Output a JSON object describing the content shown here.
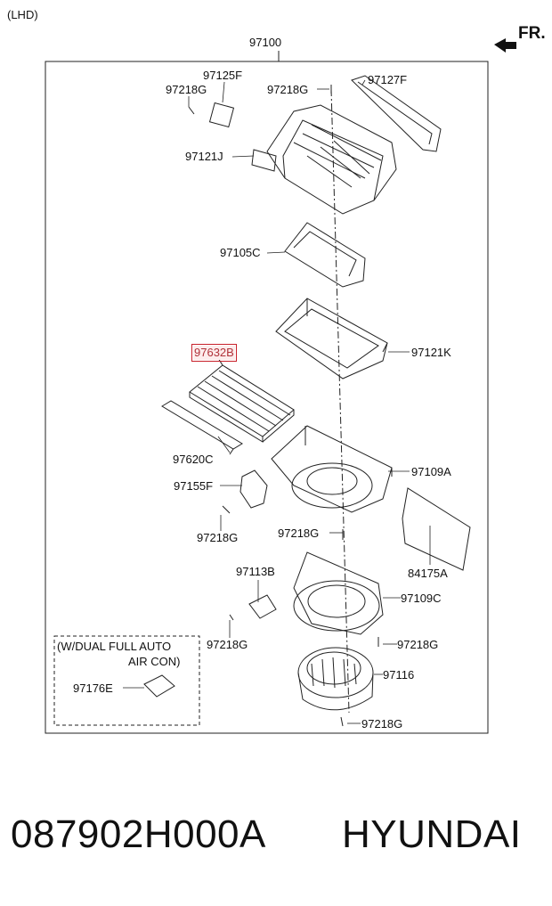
{
  "top_note": "(LHD)",
  "direction_label": "FR.",
  "assembly_label": "97100",
  "highlighted_part": "97632B",
  "labels": {
    "p97125F": "97125F",
    "p97218G_a": "97218G",
    "p97218G_b": "97218G",
    "p97127F": "97127F",
    "p97121J": "97121J",
    "p97105C": "97105C",
    "p97121K": "97121K",
    "p97632B": "97632B",
    "p97620C": "97620C",
    "p97109A": "97109A",
    "p97155F": "97155F",
    "p97218G_c": "97218G",
    "p97218G_d": "97218G",
    "p84175A": "84175A",
    "p97113B": "97113B",
    "p97109C": "97109C",
    "p97218G_e": "97218G",
    "p97218G_f": "97218G",
    "p97116": "97116",
    "p97176E": "97176E",
    "p97218G_g": "97218G"
  },
  "note": {
    "line1": "(W/DUAL FULL AUTO",
    "line2": "AIR CON)"
  },
  "footer": {
    "part_number": "087902H000A",
    "brand": "HYUNDAI"
  }
}
